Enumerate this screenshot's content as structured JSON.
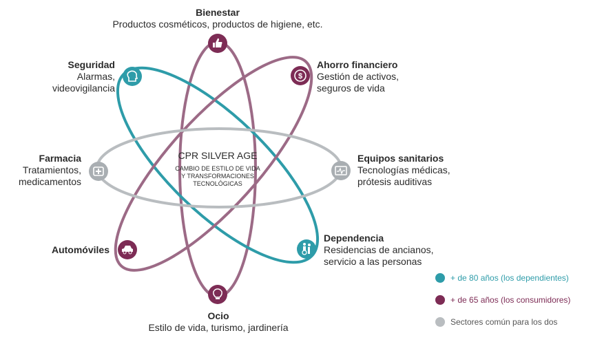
{
  "colors": {
    "teal": "#2e9ca9",
    "purple": "#7d2c55",
    "purple_orbit": "#9c6a86",
    "grey": "#b9bdc0",
    "grey_node": "#a9aeb2"
  },
  "center": {
    "title": "CPR SILVER AGE",
    "subtitle_lines": [
      "CAMBIO DE ESTILO DE VIDA",
      "Y TRANSFORMACIONES",
      "TECNOLÓGICAS"
    ]
  },
  "nodes": [
    {
      "id": "bienestar",
      "title": "Bienestar",
      "desc": [
        "Productos cosméticos, productos de higiene, etc."
      ],
      "group": "purple",
      "icon": "thumbs-up-icon"
    },
    {
      "id": "ahorro",
      "title": "Ahorro financiero",
      "desc": [
        "Gestión de activos,",
        "seguros de vida"
      ],
      "group": "purple",
      "icon": "money-icon"
    },
    {
      "id": "seguridad",
      "title": "Seguridad",
      "desc": [
        "Alarmas,",
        "videovigilancia"
      ],
      "group": "teal",
      "icon": "head-icon"
    },
    {
      "id": "farmacia",
      "title": "Farmacia",
      "desc": [
        "Tratamientos,",
        "medicamentos"
      ],
      "group": "grey",
      "icon": "first-aid-icon"
    },
    {
      "id": "equipos",
      "title": "Equipos sanitarios",
      "desc": [
        "Tecnologías médicas,",
        "prótesis auditivas"
      ],
      "group": "grey",
      "icon": "heart-monitor-icon"
    },
    {
      "id": "automoviles",
      "title": "Automóviles",
      "desc": [],
      "group": "purple",
      "icon": "car-icon"
    },
    {
      "id": "dependencia",
      "title": "Dependencia",
      "desc": [
        "Residencias de ancianos,",
        "servicio a las personas"
      ],
      "group": "teal",
      "icon": "elderly-care-icon"
    },
    {
      "id": "ocio",
      "title": "Ocio",
      "desc": [
        "Estilo de vida, turismo, jardinería"
      ],
      "group": "purple",
      "icon": "lightbulb-icon"
    }
  ],
  "legend": [
    {
      "color": "#2e9ca9",
      "label": "+ de 80 años (los dependientes)"
    },
    {
      "color": "#7d2c55",
      "label": "+ de 65 años (los consumidores)"
    },
    {
      "color": "#b9bdc0",
      "label": "Sectores común para los dos"
    }
  ]
}
